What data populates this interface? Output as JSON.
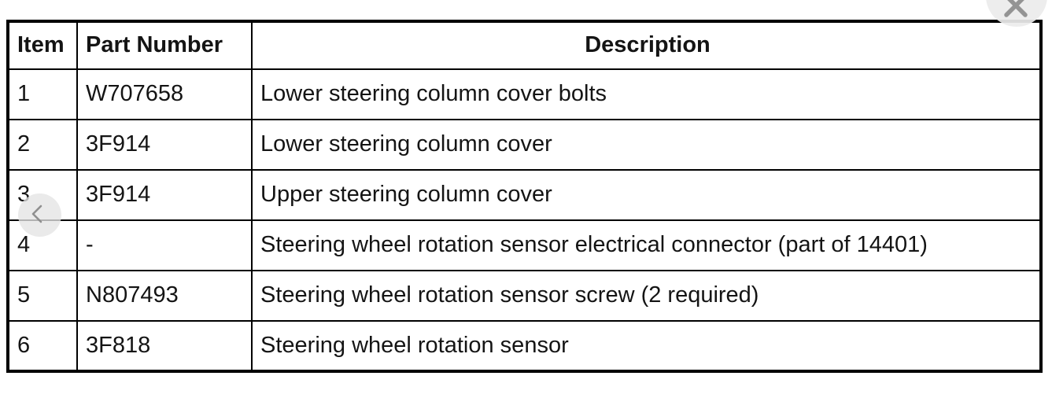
{
  "viewer": {
    "close_button": {
      "icon": "close-x"
    },
    "prev_button": {
      "icon": "chevron-left"
    }
  },
  "colors": {
    "background": "#ffffff",
    "table_border": "#000000",
    "text": "#141414",
    "control_icon": "#949494",
    "control_bg": "#ececec"
  },
  "parts_table": {
    "headers": [
      "Item",
      "Part Number",
      "Description"
    ],
    "rows": [
      [
        "1",
        "W707658",
        "Lower steering column cover bolts"
      ],
      [
        "2",
        "3F914",
        "Lower steering column cover"
      ],
      [
        "3",
        "3F914",
        "Upper steering column cover"
      ],
      [
        "4",
        "-",
        "Steering wheel rotation sensor electrical connector (part of 14401)"
      ],
      [
        "5",
        "N807493",
        "Steering wheel rotation sensor screw (2 required)"
      ],
      [
        "6",
        "3F818",
        "Steering wheel rotation sensor"
      ]
    ]
  }
}
